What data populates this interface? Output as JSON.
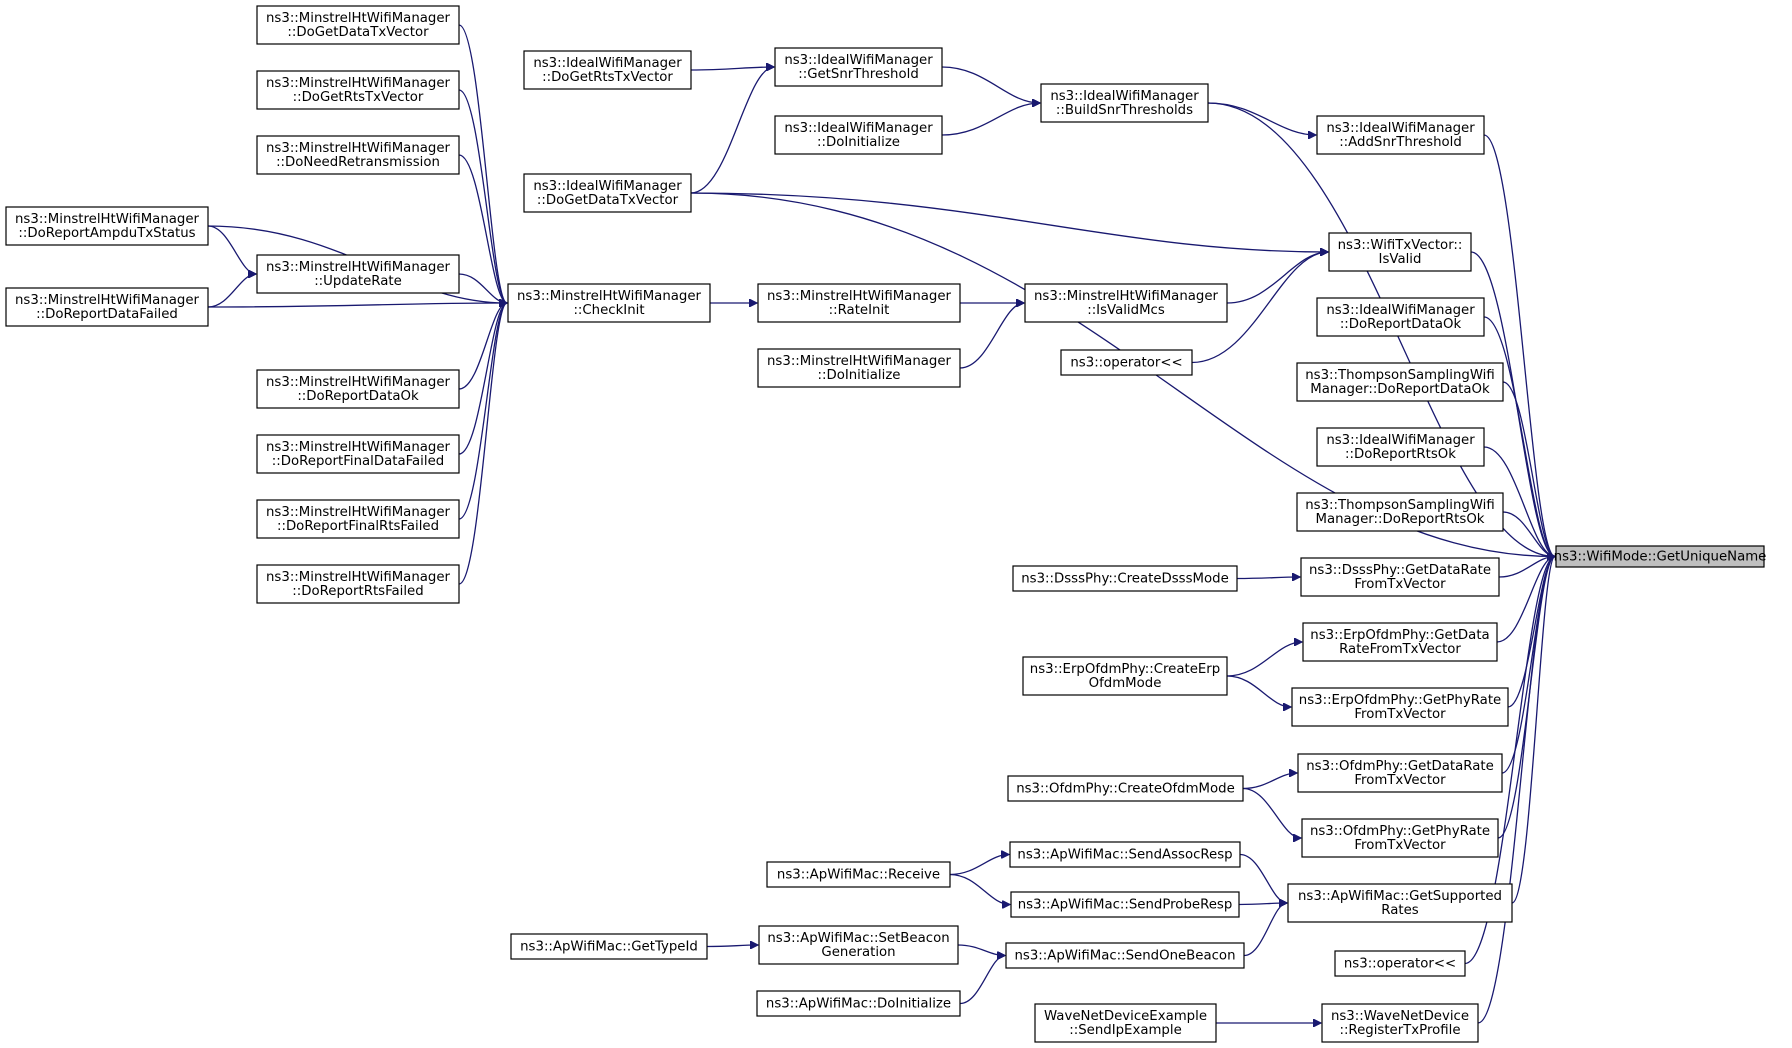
{
  "diagram": {
    "title": "",
    "nodes": [
      {
        "id": "root",
        "lines": [
          "ns3::WifiMode::GetUniqueName"
        ]
      },
      {
        "id": "n_mh_dogetdata",
        "lines": [
          "ns3::MinstrelHtWifiManager",
          "::DoGetDataTxVector"
        ]
      },
      {
        "id": "n_mh_dogetrts",
        "lines": [
          "ns3::MinstrelHtWifiManager",
          "::DoGetRtsTxVector"
        ]
      },
      {
        "id": "n_mh_doneedretx",
        "lines": [
          "ns3::MinstrelHtWifiManager",
          "::DoNeedRetransmission"
        ]
      },
      {
        "id": "n_mh_doreportampdu",
        "lines": [
          "ns3::MinstrelHtWifiManager",
          "::DoReportAmpduTxStatus"
        ]
      },
      {
        "id": "n_mh_updaterate",
        "lines": [
          "ns3::MinstrelHtWifiManager",
          "::UpdateRate"
        ]
      },
      {
        "id": "n_mh_doreportdatafailed",
        "lines": [
          "ns3::MinstrelHtWifiManager",
          "::DoReportDataFailed"
        ]
      },
      {
        "id": "n_mh_checkinit",
        "lines": [
          "ns3::MinstrelHtWifiManager",
          "::CheckInit"
        ]
      },
      {
        "id": "n_mh_doreportdataok",
        "lines": [
          "ns3::MinstrelHtWifiManager",
          "::DoReportDataOk"
        ]
      },
      {
        "id": "n_mh_doreportfinaldata",
        "lines": [
          "ns3::MinstrelHtWifiManager",
          "::DoReportFinalDataFailed"
        ]
      },
      {
        "id": "n_mh_doreportfinalrts",
        "lines": [
          "ns3::MinstrelHtWifiManager",
          "::DoReportFinalRtsFailed"
        ]
      },
      {
        "id": "n_mh_doreportrtsfailed",
        "lines": [
          "ns3::MinstrelHtWifiManager",
          "::DoReportRtsFailed"
        ]
      },
      {
        "id": "n_ideal_dogetrts",
        "lines": [
          "ns3::IdealWifiManager",
          "::DoGetRtsTxVector"
        ]
      },
      {
        "id": "n_ideal_getsnr",
        "lines": [
          "ns3::IdealWifiManager",
          "::GetSnrThreshold"
        ]
      },
      {
        "id": "n_ideal_doinit",
        "lines": [
          "ns3::IdealWifiManager",
          "::DoInitialize"
        ]
      },
      {
        "id": "n_ideal_dogetdata",
        "lines": [
          "ns3::IdealWifiManager",
          "::DoGetDataTxVector"
        ]
      },
      {
        "id": "n_ideal_buildsnr",
        "lines": [
          "ns3::IdealWifiManager",
          "::BuildSnrThresholds"
        ]
      },
      {
        "id": "n_ideal_addsnr",
        "lines": [
          "ns3::IdealWifiManager",
          "::AddSnrThreshold"
        ]
      },
      {
        "id": "n_txvector_isvalid",
        "lines": [
          "ns3::WifiTxVector::",
          "IsValid"
        ]
      },
      {
        "id": "n_mh_rateinit",
        "lines": [
          "ns3::MinstrelHtWifiManager",
          "::RateInit"
        ]
      },
      {
        "id": "n_mh_isvalidmcs",
        "lines": [
          "ns3::MinstrelHtWifiManager",
          "::IsValidMcs"
        ]
      },
      {
        "id": "n_mh_doinit",
        "lines": [
          "ns3::MinstrelHtWifiManager",
          "::DoInitialize"
        ]
      },
      {
        "id": "n_op1",
        "lines": [
          "ns3::operator<<"
        ]
      },
      {
        "id": "n_ideal_doreportdataok",
        "lines": [
          "ns3::IdealWifiManager",
          "::DoReportDataOk"
        ]
      },
      {
        "id": "n_ts_doreportdataok",
        "lines": [
          "ns3::ThompsonSamplingWifi",
          "Manager::DoReportDataOk"
        ]
      },
      {
        "id": "n_ideal_doreportrtsok",
        "lines": [
          "ns3::IdealWifiManager",
          "::DoReportRtsOk"
        ]
      },
      {
        "id": "n_ts_doreportrtsok",
        "lines": [
          "ns3::ThompsonSamplingWifi",
          "Manager::DoReportRtsOk"
        ]
      },
      {
        "id": "n_dsss_create",
        "lines": [
          "ns3::DsssPhy::CreateDsssMode"
        ]
      },
      {
        "id": "n_dsss_getdatarate",
        "lines": [
          "ns3::DsssPhy::GetDataRate",
          "FromTxVector"
        ]
      },
      {
        "id": "n_erp_getdatarate",
        "lines": [
          "ns3::ErpOfdmPhy::GetData",
          "RateFromTxVector"
        ]
      },
      {
        "id": "n_erp_create",
        "lines": [
          "ns3::ErpOfdmPhy::CreateErp",
          "OfdmMode"
        ]
      },
      {
        "id": "n_erp_getphyrate",
        "lines": [
          "ns3::ErpOfdmPhy::GetPhyRate",
          "FromTxVector"
        ]
      },
      {
        "id": "n_ofdm_getdatarate",
        "lines": [
          "ns3::OfdmPhy::GetDataRate",
          "FromTxVector"
        ]
      },
      {
        "id": "n_ofdm_create",
        "lines": [
          "ns3::OfdmPhy::CreateOfdmMode"
        ]
      },
      {
        "id": "n_ofdm_getphyrate",
        "lines": [
          "ns3::OfdmPhy::GetPhyRate",
          "FromTxVector"
        ]
      },
      {
        "id": "n_ap_sendassoc",
        "lines": [
          "ns3::ApWifiMac::SendAssocResp"
        ]
      },
      {
        "id": "n_ap_receive",
        "lines": [
          "ns3::ApWifiMac::Receive"
        ]
      },
      {
        "id": "n_ap_sendprobe",
        "lines": [
          "ns3::ApWifiMac::SendProbeResp"
        ]
      },
      {
        "id": "n_ap_getsupported",
        "lines": [
          "ns3::ApWifiMac::GetSupported",
          "Rates"
        ]
      },
      {
        "id": "n_ap_gettypeid",
        "lines": [
          "ns3::ApWifiMac::GetTypeId"
        ]
      },
      {
        "id": "n_ap_setbeacon",
        "lines": [
          "ns3::ApWifiMac::SetBeacon",
          "Generation"
        ]
      },
      {
        "id": "n_ap_sendonebeacon",
        "lines": [
          "ns3::ApWifiMac::SendOneBeacon"
        ]
      },
      {
        "id": "n_ap_doinit",
        "lines": [
          "ns3::ApWifiMac::DoInitialize"
        ]
      },
      {
        "id": "n_op2",
        "lines": [
          "ns3::operator<<"
        ]
      },
      {
        "id": "n_wave_sendip",
        "lines": [
          "WaveNetDeviceExample",
          "::SendIpExample"
        ]
      },
      {
        "id": "n_wave_registertx",
        "lines": [
          "ns3::WaveNetDevice",
          "::RegisterTxProfile"
        ]
      }
    ],
    "edges": [
      [
        "n_mh_dogetdata",
        "n_mh_checkinit"
      ],
      [
        "n_mh_dogetrts",
        "n_mh_checkinit"
      ],
      [
        "n_mh_doneedretx",
        "n_mh_checkinit"
      ],
      [
        "n_mh_doreportampdu",
        "n_mh_checkinit"
      ],
      [
        "n_mh_doreportampdu",
        "n_mh_updaterate"
      ],
      [
        "n_mh_doreportdatafailed",
        "n_mh_updaterate"
      ],
      [
        "n_mh_doreportdatafailed",
        "n_mh_checkinit"
      ],
      [
        "n_mh_updaterate",
        "n_mh_checkinit"
      ],
      [
        "n_mh_doreportdataok",
        "n_mh_checkinit"
      ],
      [
        "n_mh_doreportfinaldata",
        "n_mh_checkinit"
      ],
      [
        "n_mh_doreportfinalrts",
        "n_mh_checkinit"
      ],
      [
        "n_mh_doreportrtsfailed",
        "n_mh_checkinit"
      ],
      [
        "n_mh_checkinit",
        "n_mh_rateinit"
      ],
      [
        "n_mh_rateinit",
        "n_mh_isvalidmcs"
      ],
      [
        "n_mh_doinit",
        "n_mh_isvalidmcs"
      ],
      [
        "n_mh_isvalidmcs",
        "n_txvector_isvalid"
      ],
      [
        "n_ideal_dogetdata",
        "n_txvector_isvalid"
      ],
      [
        "n_op1",
        "n_txvector_isvalid"
      ],
      [
        "n_ideal_dogetrts",
        "n_ideal_getsnr"
      ],
      [
        "n_ideal_dogetdata",
        "n_ideal_getsnr"
      ],
      [
        "n_ideal_getsnr",
        "n_ideal_buildsnr"
      ],
      [
        "n_ideal_doinit",
        "n_ideal_buildsnr"
      ],
      [
        "n_ideal_buildsnr",
        "n_ideal_addsnr"
      ],
      [
        "n_ideal_buildsnr",
        "root"
      ],
      [
        "n_ideal_dogetdata",
        "root"
      ],
      [
        "n_ideal_addsnr",
        "root"
      ],
      [
        "n_txvector_isvalid",
        "root"
      ],
      [
        "n_ideal_doreportdataok",
        "root"
      ],
      [
        "n_ts_doreportdataok",
        "root"
      ],
      [
        "n_ideal_doreportrtsok",
        "root"
      ],
      [
        "n_ts_doreportrtsok",
        "root"
      ],
      [
        "n_dsss_create",
        "n_dsss_getdatarate"
      ],
      [
        "n_dsss_getdatarate",
        "root"
      ],
      [
        "n_erp_create",
        "n_erp_getdatarate"
      ],
      [
        "n_erp_create",
        "n_erp_getphyrate"
      ],
      [
        "n_erp_getdatarate",
        "root"
      ],
      [
        "n_erp_getphyrate",
        "root"
      ],
      [
        "n_ofdm_create",
        "n_ofdm_getdatarate"
      ],
      [
        "n_ofdm_create",
        "n_ofdm_getphyrate"
      ],
      [
        "n_ofdm_getdatarate",
        "root"
      ],
      [
        "n_ofdm_getphyrate",
        "root"
      ],
      [
        "n_ap_receive",
        "n_ap_sendassoc"
      ],
      [
        "n_ap_receive",
        "n_ap_sendprobe"
      ],
      [
        "n_ap_sendassoc",
        "n_ap_getsupported"
      ],
      [
        "n_ap_sendprobe",
        "n_ap_getsupported"
      ],
      [
        "n_ap_sendonebeacon",
        "n_ap_getsupported"
      ],
      [
        "n_ap_gettypeid",
        "n_ap_setbeacon"
      ],
      [
        "n_ap_setbeacon",
        "n_ap_sendonebeacon"
      ],
      [
        "n_ap_doinit",
        "n_ap_sendonebeacon"
      ],
      [
        "n_ap_getsupported",
        "root"
      ],
      [
        "n_op2",
        "root"
      ],
      [
        "n_wave_sendip",
        "n_wave_registertx"
      ],
      [
        "n_wave_registertx",
        "root"
      ]
    ],
    "colors": {
      "edge": "#191970",
      "node_border": "#000000",
      "root_fill": "#bfbfbf",
      "node_fill": "#ffffff"
    }
  }
}
